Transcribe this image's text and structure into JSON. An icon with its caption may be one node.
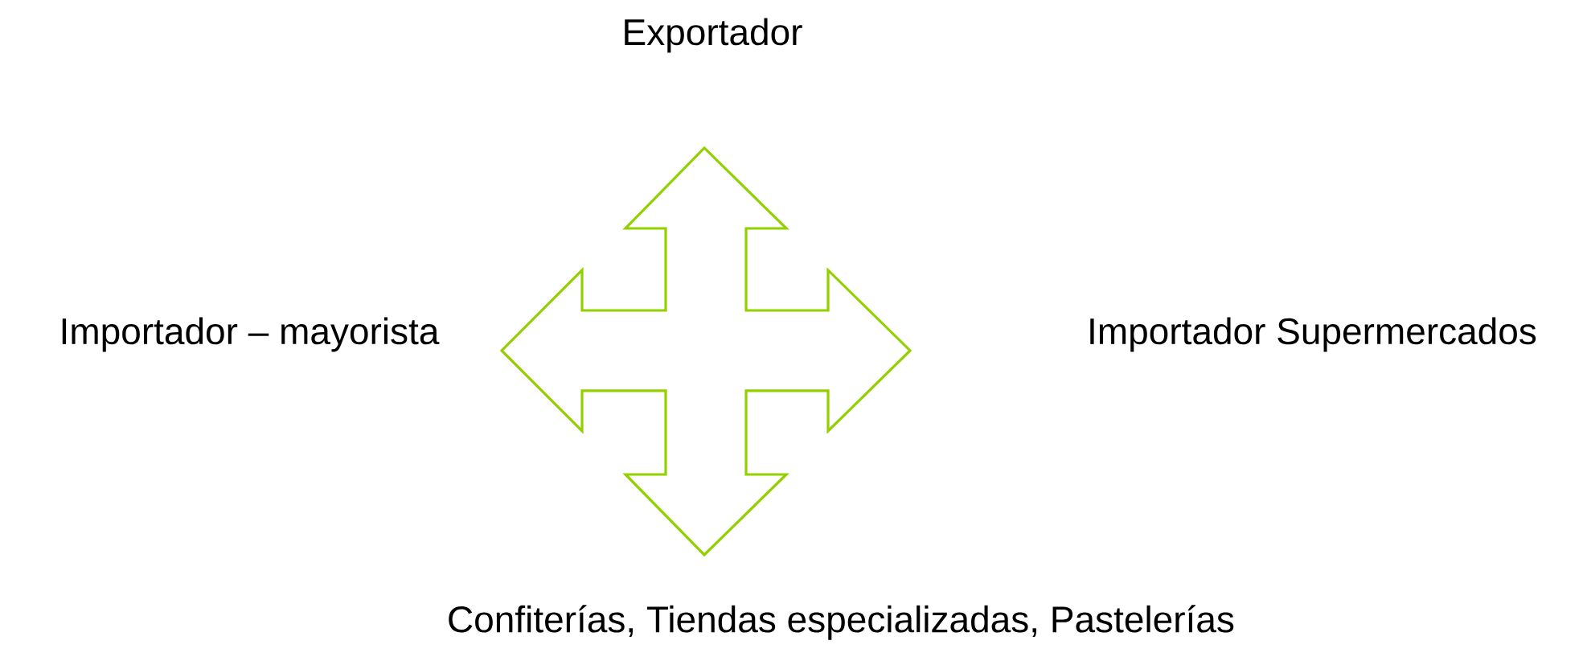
{
  "diagram": {
    "labels": [
      "Exportador",
      "Importador – mayorista",
      "Importador Supermercados",
      "Confiterías, Tiendas especializadas, Pastelerías"
    ]
  }
}
